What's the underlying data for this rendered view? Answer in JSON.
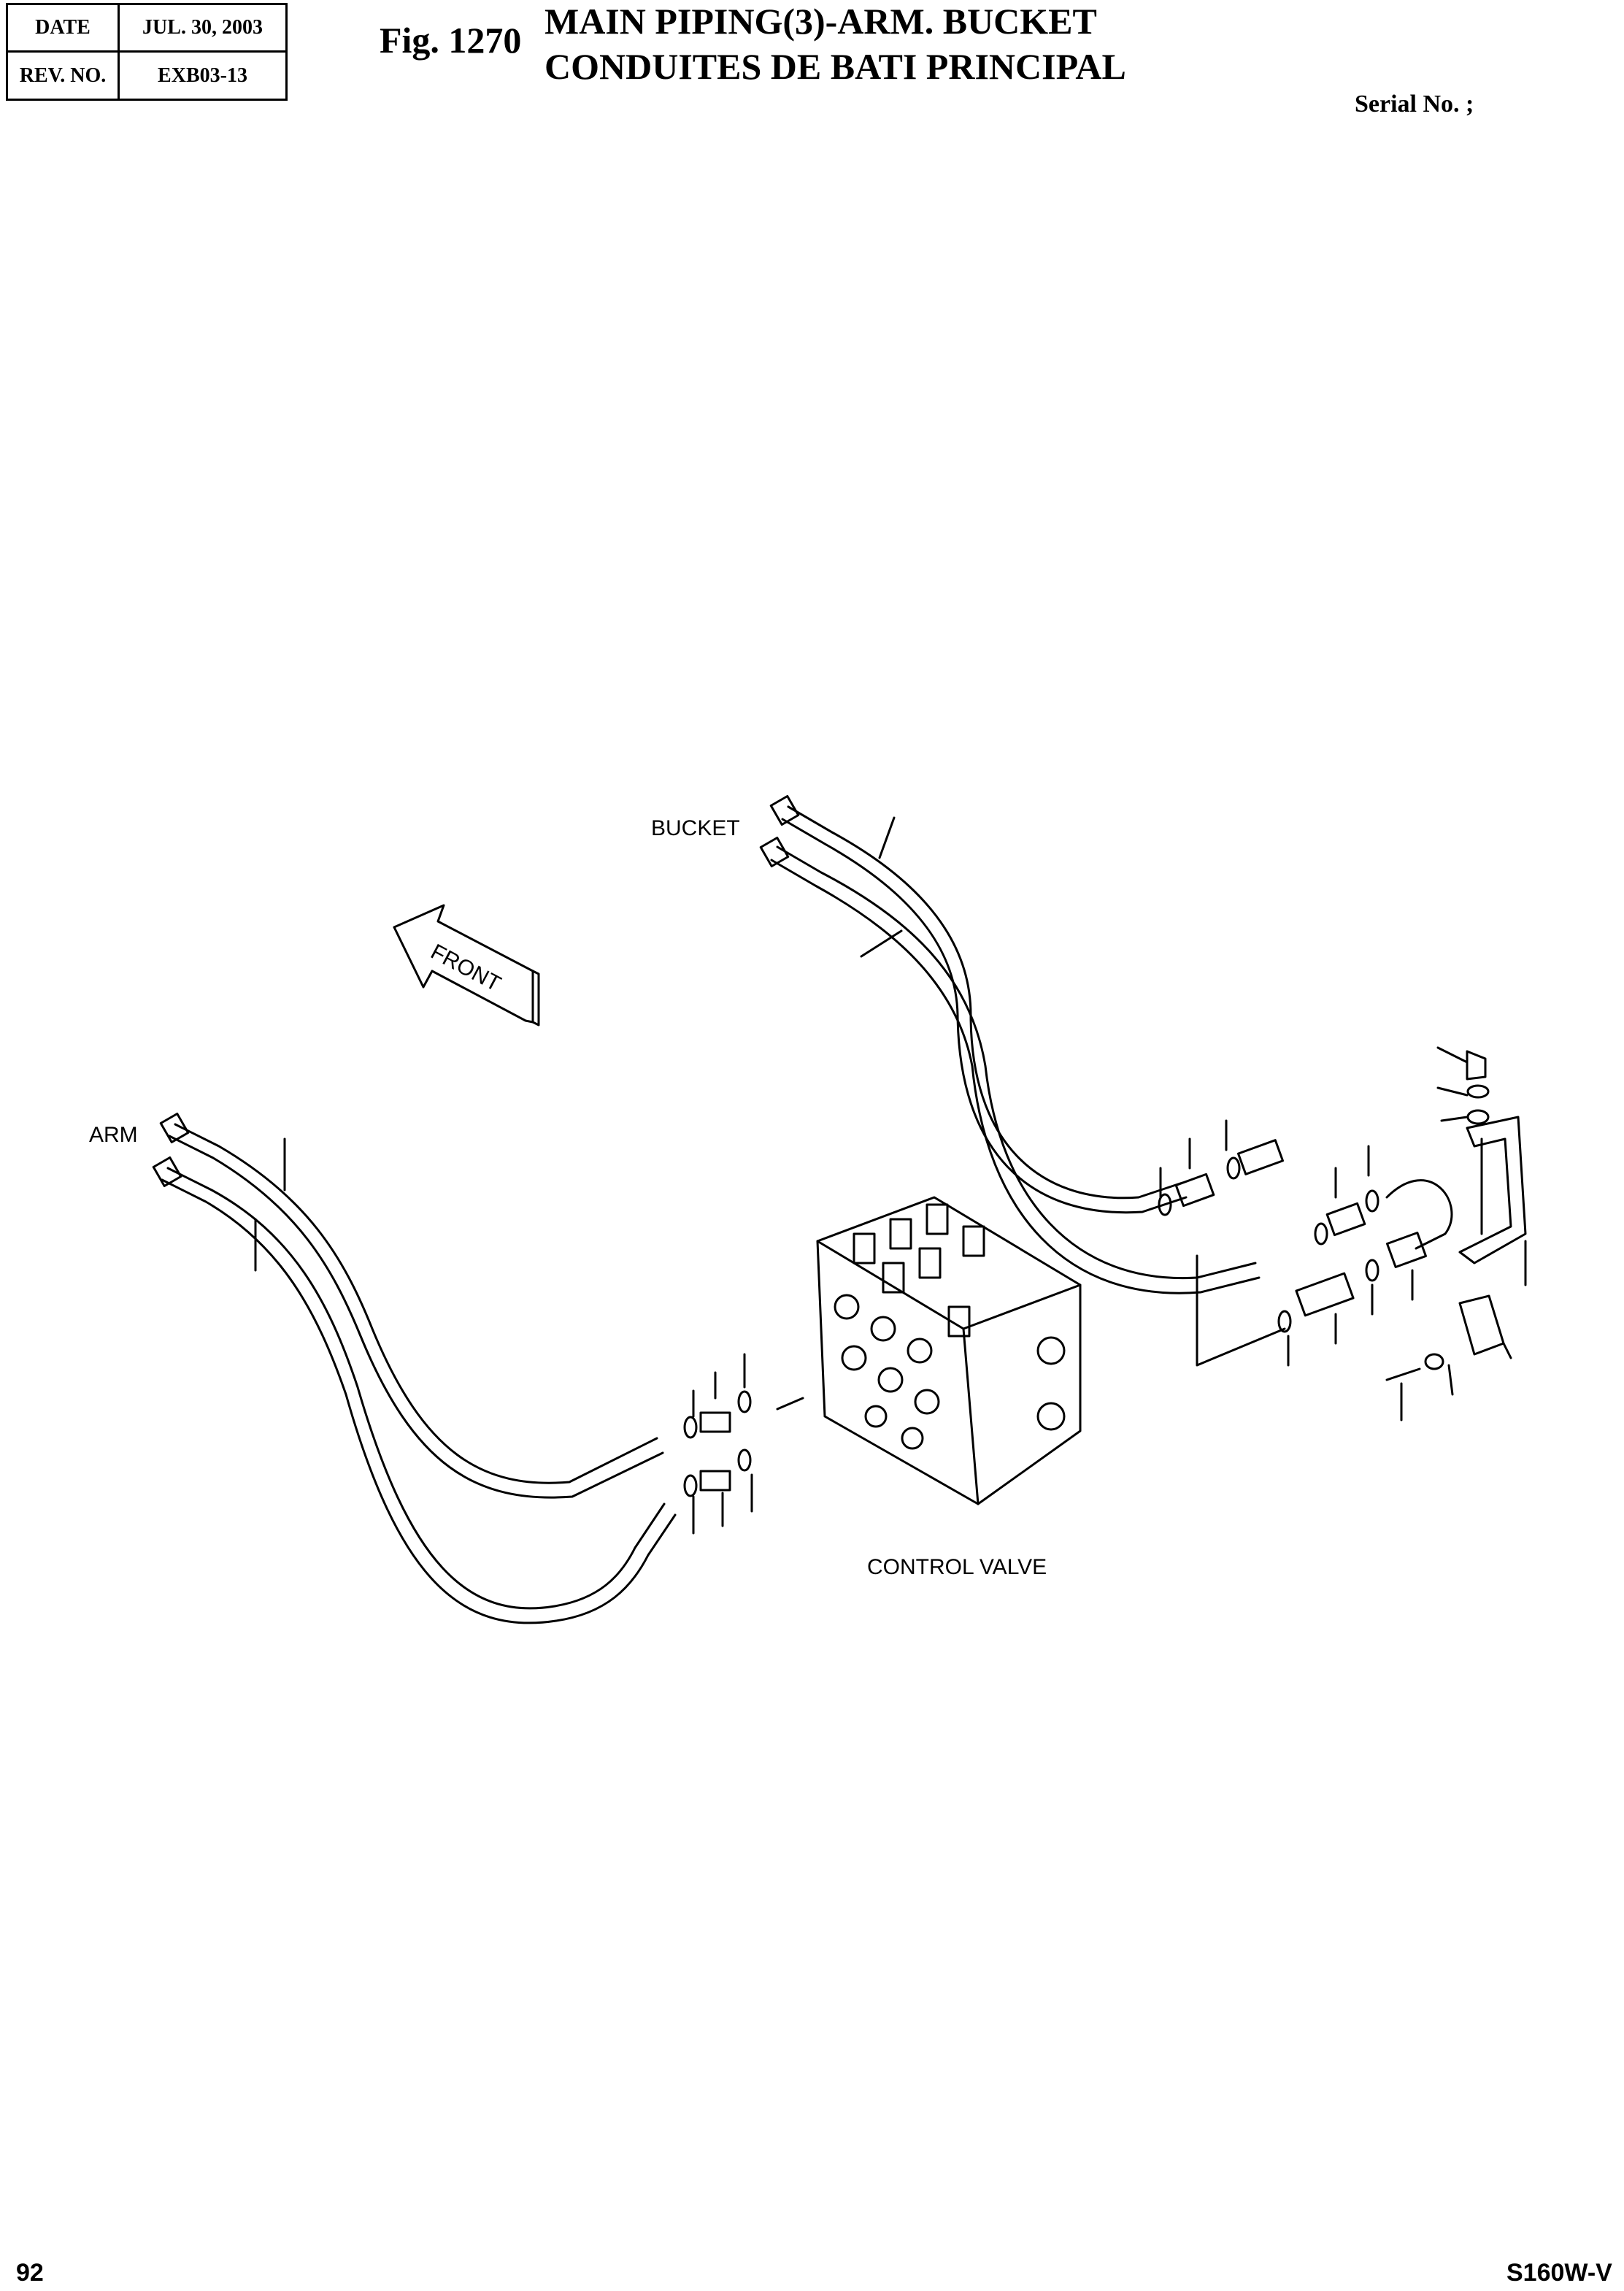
{
  "header": {
    "date_label": "DATE",
    "date_value": "JUL. 30, 2003",
    "rev_label": "REV. NO.",
    "rev_value": "EXB03-13",
    "figure_number": "Fig. 1270",
    "title_en": "MAIN PIPING(3)-ARM. BUCKET",
    "title_fr": "CONDUITES DE BATI PRINCIPAL",
    "serial": "Serial No. ;"
  },
  "diagram": {
    "labels": {
      "bucket": "BUCKET",
      "arm": "ARM",
      "front": "FRONT",
      "control_valve": "CONTROL VALVE"
    }
  },
  "footer": {
    "page_number": "92",
    "model": "S160W-V"
  }
}
